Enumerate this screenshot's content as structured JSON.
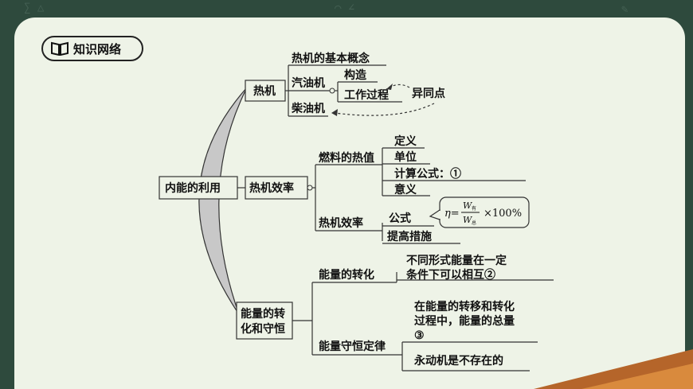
{
  "header": {
    "title": "知识网络"
  },
  "root": "内能的利用",
  "branches": {
    "heat_engine": {
      "label": "热机",
      "items": [
        "热机的基本概念",
        "汽油机",
        "柴油机"
      ],
      "gasoline_sub": [
        "构造",
        "工作过程"
      ],
      "note": "异同点"
    },
    "efficiency": {
      "label": "热机效率",
      "heat_value": "燃料的热值",
      "heat_value_items": [
        "定义",
        "单位",
        "计算公式：①",
        "意义"
      ],
      "engine_eff": "热机效率",
      "engine_eff_items": [
        "公式",
        "提高措施"
      ],
      "formula": {
        "eta": "η=",
        "w_useful": "W",
        "w_useful_sub": "有",
        "w_total": "W",
        "w_total_sub": "总",
        "times": "×100%"
      }
    },
    "conservation": {
      "label_line1": "能量的转",
      "label_line2": "化和守恒",
      "conversion": "能量的转化",
      "conversion_desc1": "不同形式能量在一定",
      "conversion_desc2": "条件下可以相互②",
      "law": "能量守恒定律",
      "law_desc1": "在能量的转移和转化",
      "law_desc2": "过程中，能量的总量",
      "law_desc3": "③",
      "perpetual": "永动机是不存在的"
    }
  }
}
